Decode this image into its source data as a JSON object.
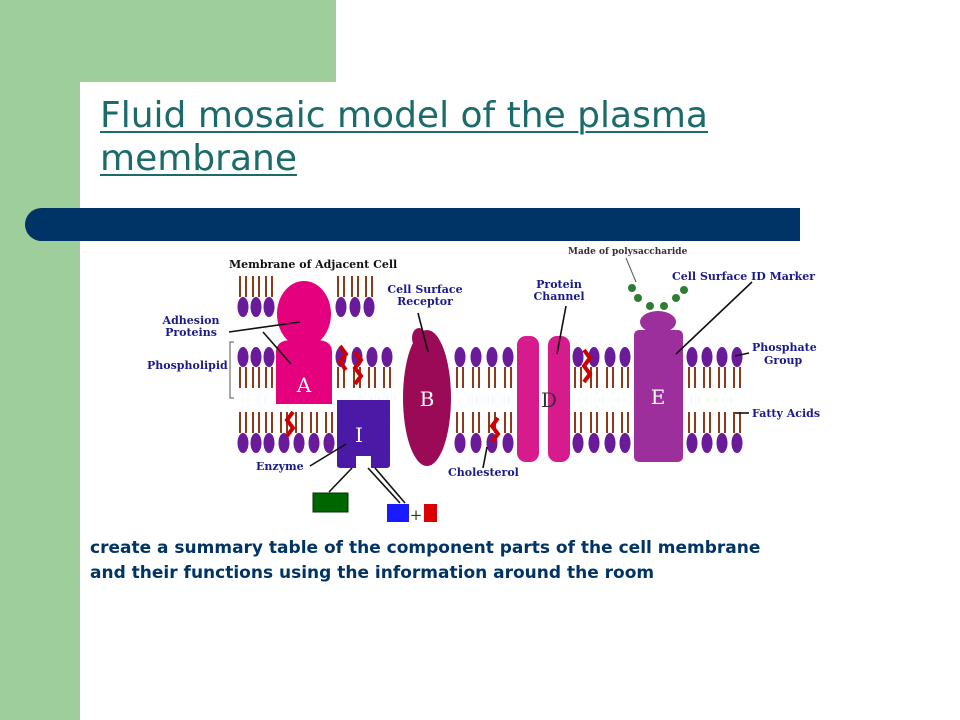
{
  "slide": {
    "title": "Fluid mosaic model of the plasma membrane",
    "caption_lines": [
      "create a summary table of the component parts of the cell membrane",
      "and their functions using the information around the room"
    ]
  },
  "diagram": {
    "labels": {
      "membrane_adjacent_cell": "Membrane of Adjacent Cell",
      "adhesion_proteins": [
        "Adhesion",
        "Proteins"
      ],
      "phospholipid": "Phospholipid",
      "cell_surface_receptor": [
        "Cell Surface",
        "Receptor"
      ],
      "protein_channel": [
        "Protein",
        "Channel"
      ],
      "made_of_polysaccharide": "Made of polysaccharide",
      "cell_surface_id_marker": "Cell Surface ID Marker",
      "phosphate_group": [
        "Phosphate",
        "Group"
      ],
      "fatty_acids": "Fatty Acids",
      "enzyme": "Enzyme",
      "cholesterol": "Cholesterol",
      "plus_sign": "+"
    },
    "protein_letters": {
      "a": "A",
      "b": "B",
      "d": "D",
      "e": "E",
      "i": "I"
    },
    "colors": {
      "phosphate_head": "#6a1b9a",
      "fatty_acid_tail": "#8b3a1a",
      "protein_a": "#e5007e",
      "protein_b": "#9b0a57",
      "protein_d": "#d81b8c",
      "protein_e": "#9c2f9c",
      "protein_i": "#4a1aa6",
      "cholesterol": "#cc0000",
      "polysaccharide_bead": "#2e7d32",
      "substrate_green": "#006600",
      "product_blue": "#1a1aff",
      "product_red": "#dd0000"
    }
  }
}
